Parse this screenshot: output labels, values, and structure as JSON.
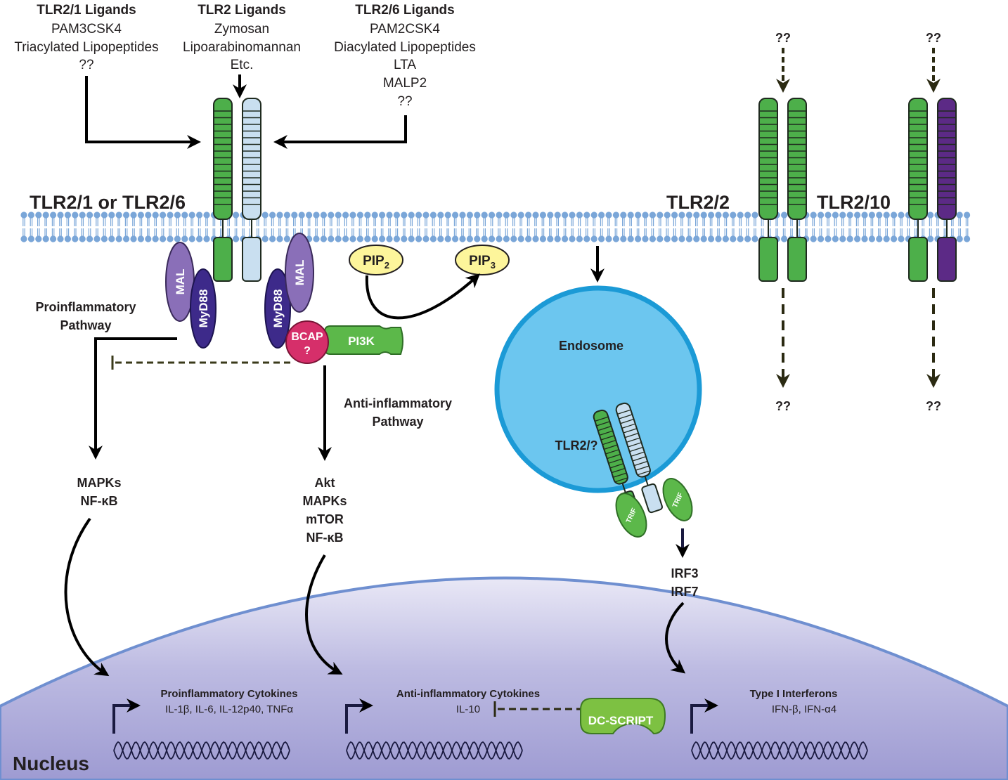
{
  "ligands": {
    "tlr21": {
      "title": "TLR2/1 Ligands",
      "items": [
        "PAM3CSK4",
        "Triacylated Lipopeptides",
        "??"
      ]
    },
    "tlr2": {
      "title": "TLR2 Ligands",
      "items": [
        "Zymosan",
        "Lipoarabinomannan",
        "Etc."
      ]
    },
    "tlr26": {
      "title": "TLR2/6 Ligands",
      "items": [
        "PAM2CSK4",
        "Diacylated Lipopeptides",
        "LTA",
        "MALP2",
        "??"
      ]
    }
  },
  "receptors": {
    "tlr21_tlr26": "TLR2/1 or TLR2/6",
    "tlr22": "TLR2/2",
    "tlr210": "TLR2/10",
    "endosomal": "TLR2/?",
    "unknown_ligand": "??",
    "unknown_output": "??"
  },
  "adaptors": {
    "mal": "MAL",
    "myd88": "MyD88",
    "bcap_line1": "BCAP",
    "bcap_line2": "?",
    "pi3k": "PI3K",
    "pip2_base": "PIP",
    "pip2_sub": "2",
    "pip3_base": "PIP",
    "pip3_sub": "3",
    "trif": "TRIF"
  },
  "pathways": {
    "proinflammatory": [
      "Proinflammatory",
      "Pathway"
    ],
    "antiinflammatory": [
      "Anti-inflammatory",
      "Pathway"
    ],
    "pro_mediators": [
      "MAPKs",
      "NF-κB"
    ],
    "anti_mediators": [
      "Akt",
      "MAPKs",
      "mTOR",
      "NF-κB"
    ],
    "irf": [
      "IRF3",
      "IRF7"
    ]
  },
  "endosome": {
    "label": "Endosome"
  },
  "nucleus": {
    "label": "Nucleus",
    "genes": [
      {
        "title": "Proinflammatory Cytokines",
        "items": "IL-1β, IL-6, IL-12p40, TNFα"
      },
      {
        "title": "Anti-inflammatory Cytokines",
        "items": "IL-10"
      },
      {
        "title": "Type I Interferons",
        "items": "IFN-β, IFN-α4"
      }
    ],
    "repressor": "DC-SCRIPT"
  },
  "colors": {
    "tlr2_green": "#4daf4a",
    "tlr_partner_blue": "#c9dff0",
    "tlr10_purple": "#5c2a86",
    "mal": "#8a6fb8",
    "myd88": "#3d2a8a",
    "bcap": "#d62f6a",
    "pi3k": "#5cb84a",
    "pip": "#fdf59b",
    "endosome_fill": "#6cc6ef",
    "endosome_border": "#1b9ad6",
    "nucleus_fill": "#a9a7d6",
    "membrane": "#7aa6d8",
    "dc_script": "#7dc142"
  }
}
